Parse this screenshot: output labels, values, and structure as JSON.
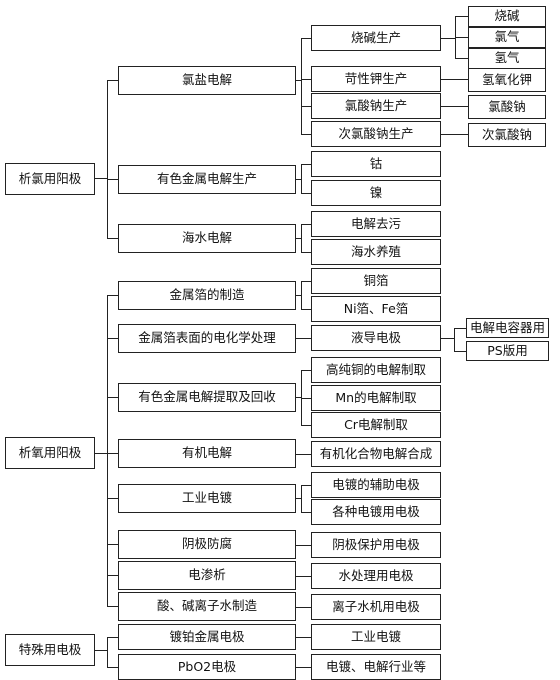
{
  "root1": {
    "label": "析氯用阳极",
    "children": [
      {
        "label": "氯盐电解",
        "children": [
          {
            "label": "烧碱生产",
            "children": [
              {
                "label": "烧碱"
              },
              {
                "label": "氯气"
              },
              {
                "label": "氢气"
              }
            ]
          },
          {
            "label": "苛性钾生产",
            "children": [
              {
                "label": "氢氧化钾"
              }
            ]
          },
          {
            "label": "氯酸钠生产",
            "children": [
              {
                "label": "氯酸钠"
              }
            ]
          },
          {
            "label": "次氯酸钠生产",
            "children": [
              {
                "label": "次氯酸钠"
              }
            ]
          }
        ]
      },
      {
        "label": "有色金属电解生产",
        "children": [
          {
            "label": "钴"
          },
          {
            "label": "镍"
          }
        ]
      },
      {
        "label": "海水电解",
        "children": [
          {
            "label": "电解去污"
          },
          {
            "label": "海水养殖"
          }
        ]
      }
    ]
  },
  "root2": {
    "label": "析氧用阳极",
    "children": [
      {
        "label": "金属箔的制造",
        "children": [
          {
            "label": "铜箔"
          },
          {
            "label": "Ni箔、Fe箔"
          }
        ]
      },
      {
        "label": "金属箔表面的电化学处理",
        "children": [
          {
            "label": "液导电极",
            "children": [
              {
                "label": "电解电容器用"
              },
              {
                "label": "PS版用"
              }
            ]
          }
        ]
      },
      {
        "label": "有色金属电解提取及回收",
        "children": [
          {
            "label": "高纯铜的电解制取"
          },
          {
            "label": "Mn的电解制取"
          },
          {
            "label": "Cr电解制取"
          }
        ]
      },
      {
        "label": "有机电解",
        "children": [
          {
            "label": "有机化合物电解合成"
          }
        ]
      },
      {
        "label": "工业电镀",
        "children": [
          {
            "label": "电镀的辅助电极"
          },
          {
            "label": "各种电镀用电极"
          }
        ]
      },
      {
        "label": "阴极防腐",
        "children": [
          {
            "label": "阴极保护用电极"
          }
        ]
      },
      {
        "label": "电渗析",
        "children": [
          {
            "label": "水处理用电极"
          }
        ]
      },
      {
        "label": "酸、碱离子水制造",
        "children": [
          {
            "label": "离子水机用电极"
          }
        ]
      }
    ]
  },
  "root3": {
    "label": "特殊用电极",
    "children": [
      {
        "label": "镀铂金属电极",
        "children": [
          {
            "label": "工业电镀"
          }
        ]
      },
      {
        "label": "PbO2电极",
        "children": [
          {
            "label": "电镀、电解行业等"
          }
        ]
      }
    ]
  }
}
